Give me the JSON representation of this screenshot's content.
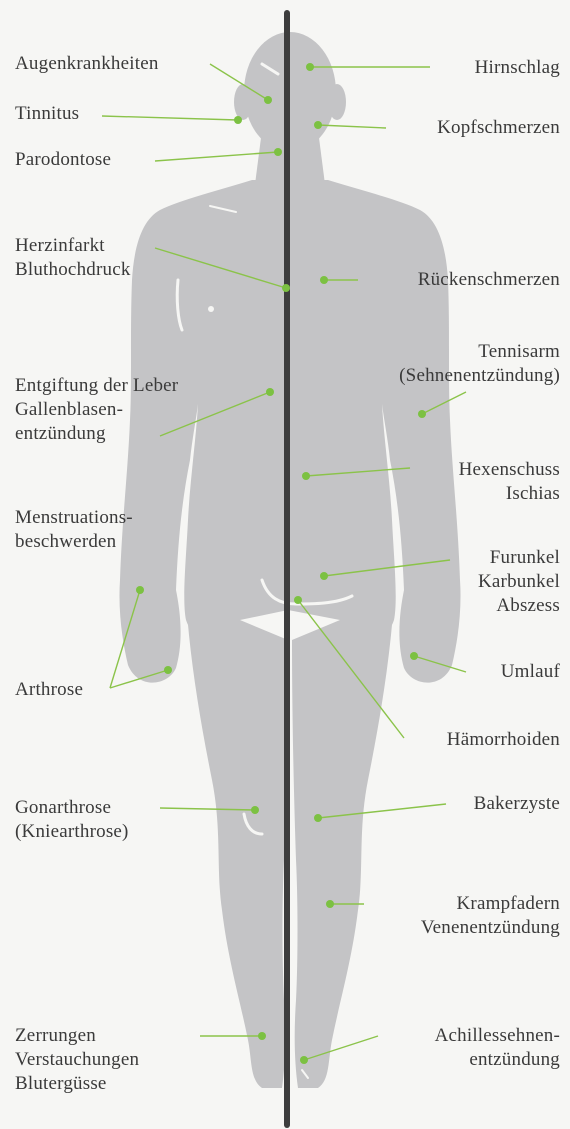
{
  "colors": {
    "background": "#f6f6f4",
    "silhouette": "#c4c4c6",
    "centerline": "#3d3d3d",
    "leader": "#8bc34a",
    "dot": "#7cc142",
    "text": "#3a3a3a"
  },
  "left_labels": [
    {
      "id": "augenkrankheiten",
      "lines": [
        "Augenkrankheiten"
      ]
    },
    {
      "id": "tinnitus",
      "lines": [
        "Tinnitus"
      ]
    },
    {
      "id": "parodontose",
      "lines": [
        "Parodontose"
      ]
    },
    {
      "id": "herzinfarkt",
      "lines": [
        "Herzinfarkt",
        "Bluthochdruck"
      ]
    },
    {
      "id": "leber",
      "lines": [
        "Entgiftung der Leber",
        "Gallenblasen-",
        "entzündung"
      ]
    },
    {
      "id": "menstruation",
      "lines": [
        "Menstruations-",
        "beschwerden"
      ]
    },
    {
      "id": "arthrose",
      "lines": [
        "Arthrose"
      ]
    },
    {
      "id": "gonarthrose",
      "lines": [
        "Gonarthrose",
        "(Kniearthrose)"
      ]
    },
    {
      "id": "zerrungen",
      "lines": [
        "Zerrungen",
        "Verstauchungen",
        "Blutergüsse"
      ]
    }
  ],
  "right_labels": [
    {
      "id": "hirnschlag",
      "lines": [
        "Hirnschlag"
      ]
    },
    {
      "id": "kopfschmerzen",
      "lines": [
        "Kopfschmerzen"
      ]
    },
    {
      "id": "rueckenschmerzen",
      "lines": [
        "Rückenschmerzen"
      ]
    },
    {
      "id": "tennisarm",
      "lines": [
        "Tennisarm",
        "(Sehnenentzündung)"
      ]
    },
    {
      "id": "hexenschuss",
      "lines": [
        "Hexenschuss",
        "Ischias"
      ]
    },
    {
      "id": "furunkel",
      "lines": [
        "Furunkel",
        "Karbunkel",
        "Abszess"
      ]
    },
    {
      "id": "umlauf",
      "lines": [
        "Umlauf"
      ]
    },
    {
      "id": "haemorrhoiden",
      "lines": [
        "Hämorrhoiden"
      ]
    },
    {
      "id": "bakerzyste",
      "lines": [
        "Bakerzyste"
      ]
    },
    {
      "id": "krampfadern",
      "lines": [
        "Krampfadern",
        "Venenentzündung"
      ]
    },
    {
      "id": "achillessehne",
      "lines": [
        "Achillessehnen-",
        "entzündung"
      ]
    }
  ]
}
